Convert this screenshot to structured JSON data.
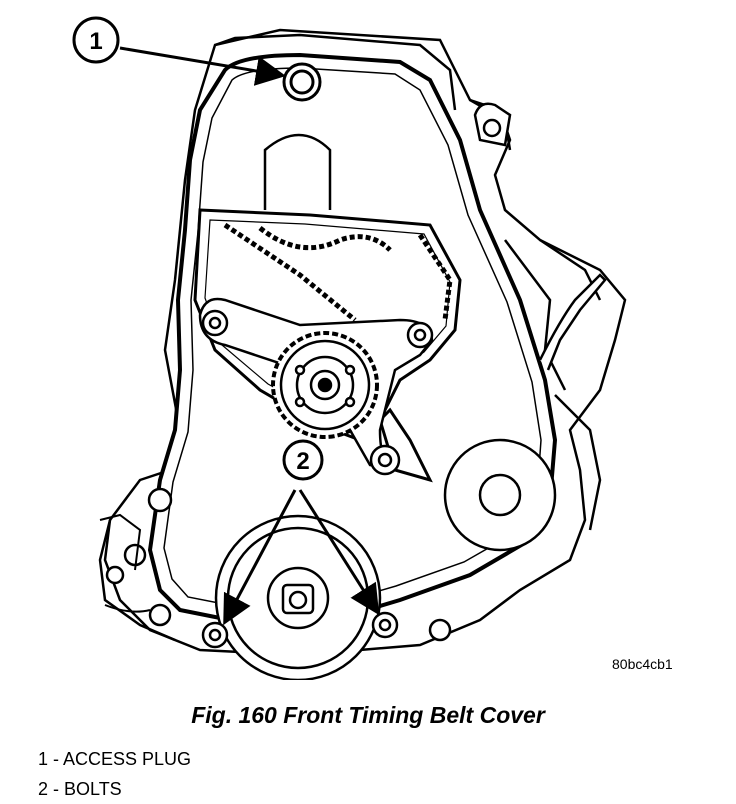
{
  "figure": {
    "caption": "Fig. 160 Front Timing Belt Cover",
    "image_code": "80bc4cb1"
  },
  "callouts": [
    {
      "number": "1",
      "label": "ACCESS PLUG"
    },
    {
      "number": "2",
      "label": "BOLTS"
    }
  ],
  "legend": [
    {
      "text": "1 - ACCESS PLUG"
    },
    {
      "text": "2 - BOLTS"
    }
  ]
}
